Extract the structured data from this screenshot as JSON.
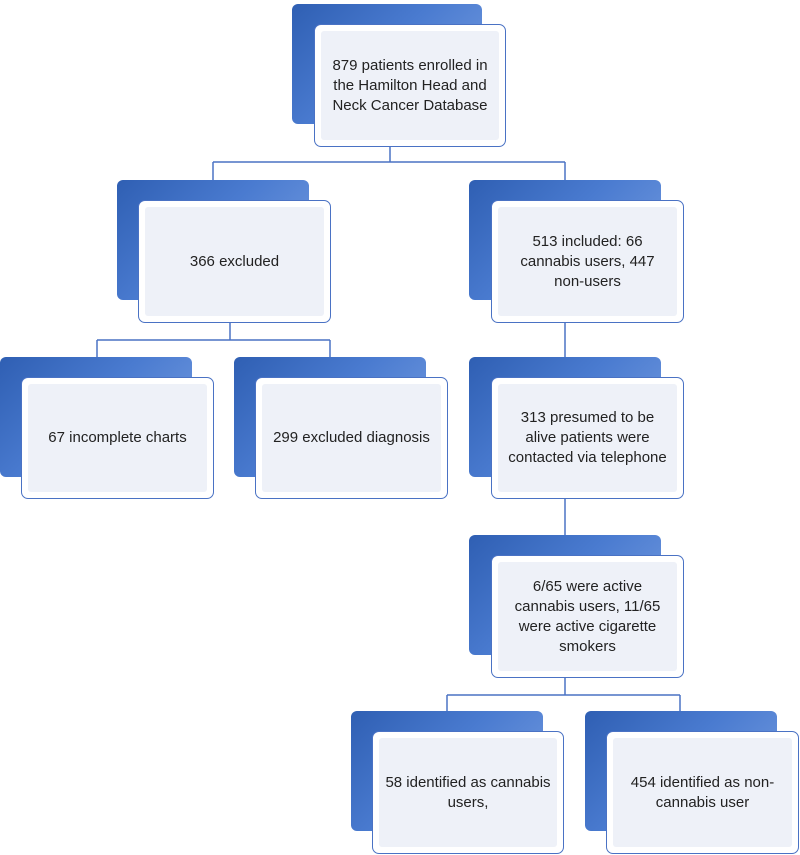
{
  "nodes": {
    "enrolled": "879 patients enrolled in the Hamilton Head and Neck Cancer Database",
    "excluded": "366 excluded",
    "included": "513 included: 66 cannabis users, 447 non-users",
    "incomplete": "67 incomplete charts",
    "excluded_diagnosis": "299 excluded diagnosis",
    "contacted": "313 presumed to be alive patients were contacted via telephone",
    "active": "6/65 were active cannabis users, 11/65 were active cigarette smokers",
    "cannabis_users": "58 identified as cannabis users,",
    "non_users": "454 identified as non-cannabis user"
  },
  "colors": {
    "shadow_dark": "#2f5fb3",
    "shadow_light": "#7aa0e2",
    "border": "#4a72c4",
    "card_fill": "#eef1f8",
    "connector": "#4a72c4"
  }
}
